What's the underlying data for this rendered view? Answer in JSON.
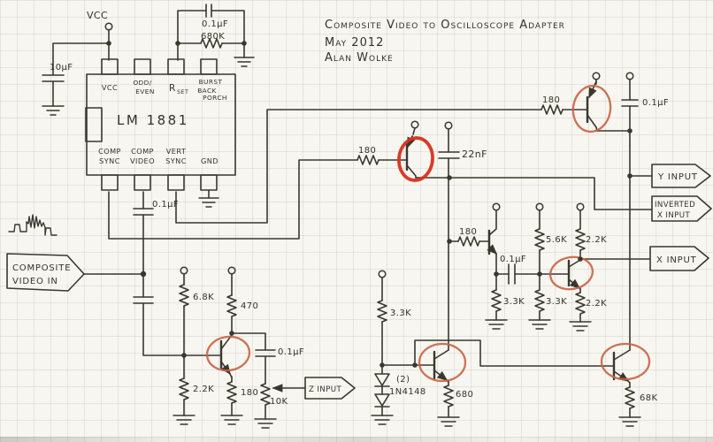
{
  "title": {
    "line1": "Composite Video to Oscilloscope Adapter",
    "line2": "May 2012",
    "line3": "Alan Wolke"
  },
  "power": {
    "vcc_label": "VCC"
  },
  "ic": {
    "part": "LM 1881",
    "pins_top": {
      "vcc": "VCC",
      "odd_even_1": "ODD/",
      "odd_even_2": "EVEN",
      "rset_r": "R",
      "rset_sub": "SET",
      "burst_1": "BURST",
      "burst_2": "BACK",
      "burst_3": "PORCH"
    },
    "pins_bottom": {
      "comp_sync_1": "COMP",
      "comp_sync_2": "SYNC",
      "comp_video_1": "COMP",
      "comp_video_2": "VIDEO",
      "vert_sync_1": "VERT",
      "vert_sync_2": "SYNC",
      "gnd": "GND"
    }
  },
  "io": {
    "video_in_line1": "COMPOSITE",
    "video_in_line2": "VIDEO IN",
    "y_input": "Y INPUT",
    "inverted_x_line1": "INVERTED",
    "inverted_x_line2": "X INPUT",
    "x_input": "X INPUT",
    "z_input": "Z INPUT"
  },
  "components": {
    "c_vcc_bulk": "10µF",
    "c_rset": "0.1µF",
    "r_rset": "680K",
    "c_comp_video": "0.1µF",
    "r_sync_base": "180",
    "c_ramp": "22nF",
    "r_vert_base": "180",
    "c_y_out": "0.1µF",
    "r_x_base": "180",
    "r_pullup_56k": "5.6K",
    "r_pullup_22k": "2.2K",
    "c_x_couple": "0.1µF",
    "r_33k_a": "3.3K",
    "r_33k_b": "3.3K",
    "r_emitter_22k": "2.2K",
    "r_bias_68k": "6.8K",
    "r_collector_470": "470",
    "r_bias_22k": "2.2K",
    "r_emitter_180": "180",
    "c_z_couple": "0.1µF",
    "pot_z": "10K",
    "r_clamp_33k": "3.3K",
    "diode_qty": "(2)",
    "diode_part": "1N4148",
    "r_emitter_680": "680",
    "r_emitter_68k": "68K"
  },
  "colors": {
    "ink": "#3a372f",
    "highlight_bold": "#d5311c",
    "highlight": "#c96342",
    "paper": "#f8f6f0",
    "grid": "#dde1e4"
  }
}
